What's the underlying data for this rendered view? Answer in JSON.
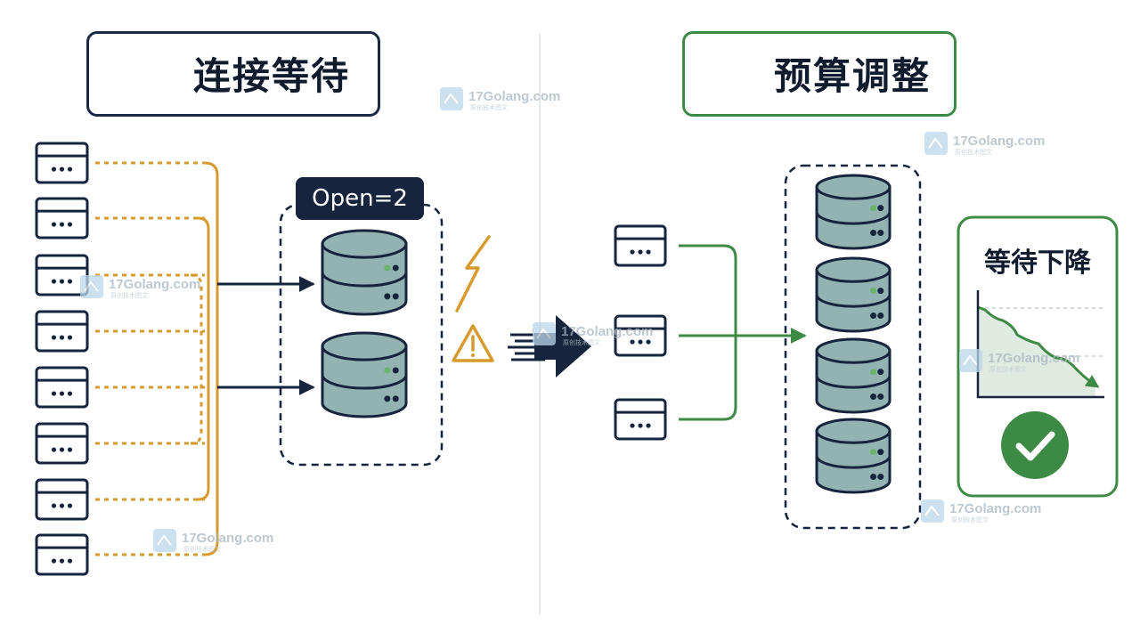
{
  "left_panel": {
    "title": "连接等待",
    "badge": "Open=2"
  },
  "right_panel": {
    "title": "预算调整",
    "result_label": "等待下降"
  },
  "watermark": {
    "text": "17Golang.com",
    "subtext": "原创技术图文"
  },
  "colors": {
    "navy": "#16243d",
    "orange": "#d69a2d",
    "green": "#3d8a45",
    "db_fill": "#93b3b2"
  }
}
